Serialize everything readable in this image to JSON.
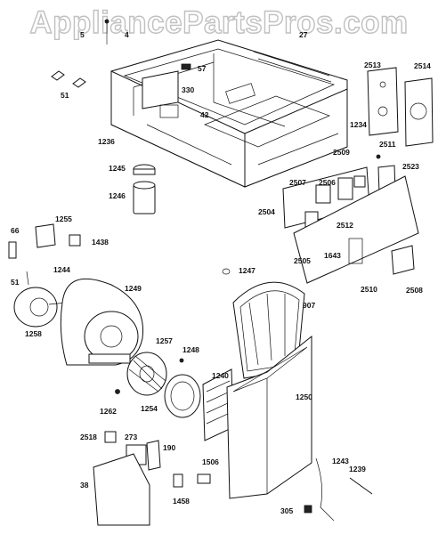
{
  "watermark": "AppliancePartsPros.com",
  "labels": {
    "l5": "5",
    "l4": "4",
    "l27": "27",
    "l2513": "2513",
    "l2514": "2514",
    "l57": "57",
    "l330": "330",
    "l51": "51",
    "l42": "42",
    "l1234": "1234",
    "l1236": "1236",
    "l2511": "2511",
    "l2509": "2509",
    "l2523": "2523",
    "l1245": "1245",
    "l2507": "2507",
    "l2506": "2506",
    "l1246": "1246",
    "l2504": "2504",
    "l2512": "2512",
    "l1255": "1255",
    "l66": "66",
    "l1438": "1438",
    "l1643": "1643",
    "l2505": "2505",
    "l1244": "1244",
    "l51b": "51",
    "l1247": "1247",
    "l1249": "1249",
    "l2510": "2510",
    "l2508": "2508",
    "l907": "907",
    "l1258": "1258",
    "l1257": "1257",
    "l1248": "1248",
    "l1240": "1240",
    "l1262": "1262",
    "l1254": "1254",
    "l1250": "1250",
    "l2518": "2518",
    "l273": "273",
    "l190": "190",
    "l1506": "1506",
    "l38": "38",
    "l1243": "1243",
    "l1239": "1239",
    "l1458": "1458",
    "l305": "305"
  }
}
